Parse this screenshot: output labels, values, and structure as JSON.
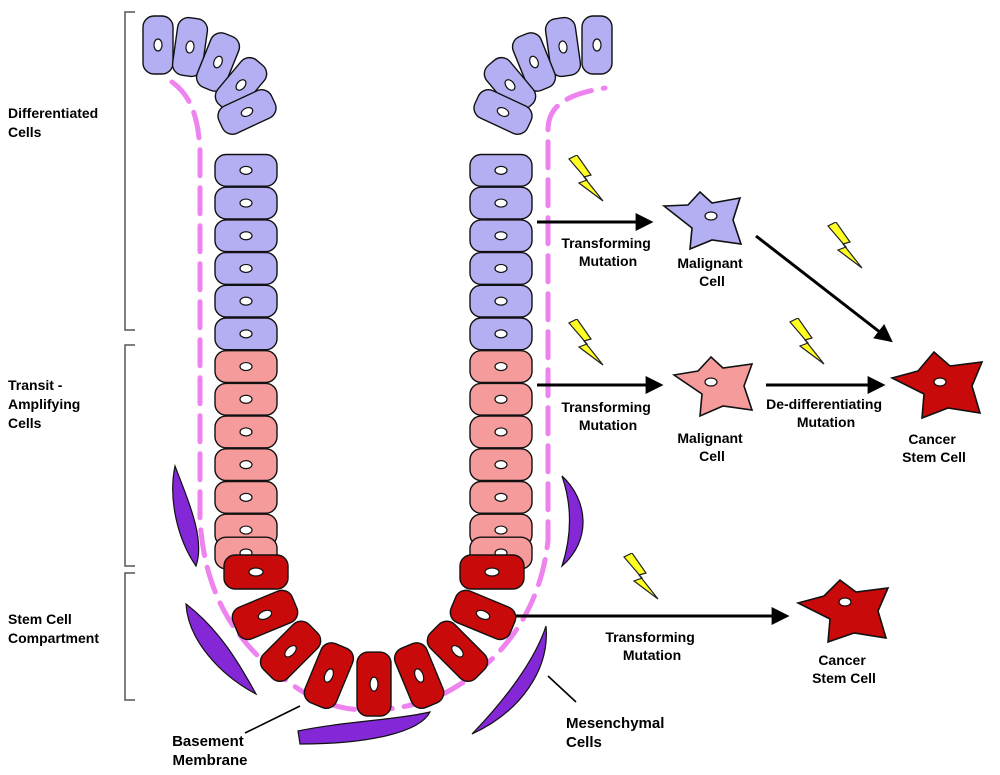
{
  "colors": {
    "differentiated": "#B4AFF2",
    "transit": "#F69B9B",
    "stem": "#C80A0A",
    "membrane": "#EE82EE",
    "mesenchymal": "#8427D6",
    "lightning": "#FFFF22",
    "outline": "#111111"
  },
  "regions": {
    "differentiated": [
      "Differentiated",
      "Cells"
    ],
    "transit": [
      "Transit -",
      "Amplifying",
      "Cells"
    ],
    "stem": [
      "Stem Cell",
      "Compartment"
    ]
  },
  "annotations": {
    "basement": [
      "Basement",
      "Membrane"
    ],
    "mesenchymal": [
      "Mesenchymal",
      "Cells"
    ]
  },
  "paths": {
    "top": {
      "arrow1": [
        "Transforming",
        "Mutation"
      ],
      "cell1": [
        "Malignant",
        "Cell"
      ]
    },
    "middle": {
      "arrow1": [
        "Transforming",
        "Mutation"
      ],
      "cell1": [
        "Malignant",
        "Cell"
      ],
      "arrow2": [
        "De-differentiating",
        "Mutation"
      ],
      "cell2": [
        "Cancer",
        "Stem Cell"
      ]
    },
    "bottom": {
      "arrow1": [
        "Transforming",
        "Mutation"
      ],
      "cell1": [
        "Cancer",
        "Stem Cell"
      ]
    }
  },
  "icons": {
    "lightning": "lightning-bolt-icon",
    "arrow": "arrow-right-icon"
  }
}
